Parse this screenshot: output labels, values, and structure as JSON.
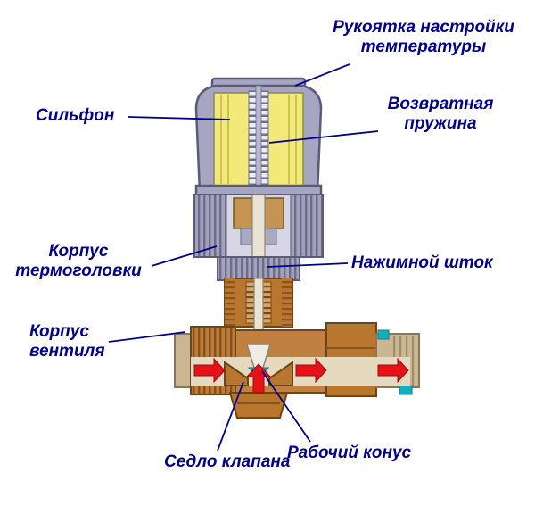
{
  "title": "Thermostatic radiator valve cross-section diagram",
  "colors": {
    "label": "#00008B",
    "head_gray": "#a6a6c2",
    "bellows_yellow": "#f3e97b",
    "brass": "#b8762f",
    "pipe_tan": "#cbb694",
    "arrow_red": "#e51218",
    "teal": "#14aebe"
  },
  "labels": {
    "handle": {
      "line1": "Рукоятка настройки",
      "line2": "температуры"
    },
    "bellows": {
      "line1": "Сильфон"
    },
    "return_spring": {
      "line1": "Возвратная",
      "line2": "пружина"
    },
    "head_body": {
      "line1": "Корпус",
      "line2": "термоголовки"
    },
    "push_rod": {
      "line1": "Нажимной шток"
    },
    "valve_body": {
      "line1": "Корпус",
      "line2": "вентиля"
    },
    "valve_seat": {
      "line1": "Седло клапана"
    },
    "working_cone": {
      "line1": "Рабочий конус"
    }
  }
}
